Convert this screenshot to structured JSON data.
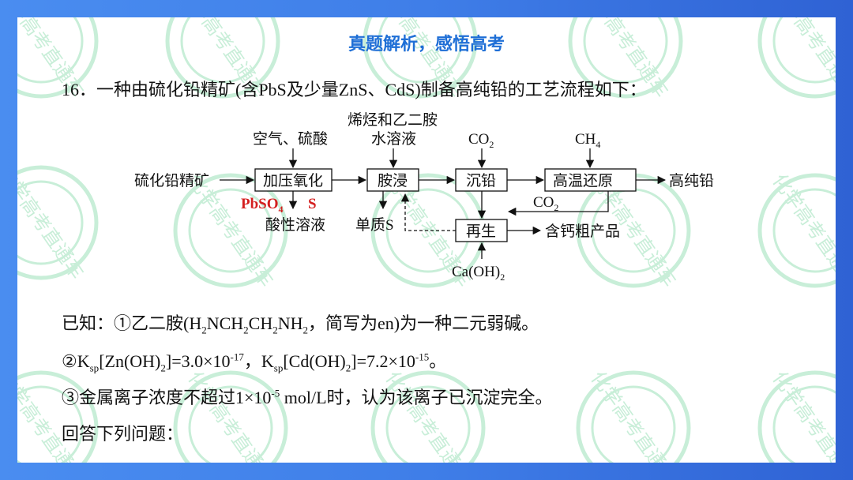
{
  "header": {
    "title": "真题解析，感悟高考"
  },
  "question": {
    "text": "16．一种由硫化铅精矿(含PbS及少量ZnS、CdS)制备高纯铅的工艺流程如下："
  },
  "flow": {
    "input": "硫化铅精矿",
    "box1": "加压氧化",
    "box2": "胺浸",
    "box3": "沉铅",
    "box4": "高温还原",
    "box5": "再生",
    "output": "高纯铅",
    "reagent1": "空气、硫酸",
    "reagent2_line1": "烯烃和乙二胺",
    "reagent2_line2": "水溶液",
    "reagent3": "CO",
    "reagent3_sub": "2",
    "reagent4": "CH",
    "reagent4_sub": "4",
    "co2_return": "CO",
    "co2_return_sub": "2",
    "byproduct1": "酸性溶液",
    "byproduct2": "单质S",
    "byproduct3": "含钙粗产品",
    "reagent5": "Ca(OH)",
    "reagent5_sub": "2",
    "annotation_pbso4": "PbSO",
    "annotation_pbso4_sub": "4",
    "annotation_s": "S",
    "annotation_color": "#d41f1f"
  },
  "known": {
    "l1_a": "已知：①乙二胺(H",
    "l1_s1": "2",
    "l1_b": "NCH",
    "l1_s2": "2",
    "l1_c": "CH",
    "l1_s3": "2",
    "l1_d": "NH",
    "l1_s4": "2",
    "l1_e": "，简写为en)为一种二元弱碱。",
    "l2_a": "②K",
    "l2_sp1": "sp",
    "l2_b": "[Zn(OH)",
    "l2_s1": "2",
    "l2_c": "]=3.0×10",
    "l2_e1": "-17",
    "l2_d": "，K",
    "l2_sp2": "sp",
    "l2_f": "[Cd(OH)",
    "l2_s2": "2",
    "l2_g": "]=7.2×10",
    "l2_e2": "-15",
    "l2_h": "。",
    "l3_a": "③金属离子浓度不超过1×10",
    "l3_e": "-5",
    "l3_b": " mol/L时，认为该离子已沉淀完全。",
    "l4": "回答下列问题："
  },
  "watermark": {
    "text": "化学高考直通车",
    "color": "#c8eed8"
  },
  "colors": {
    "frame": "#3f7ee8",
    "title": "#1f6fd6"
  }
}
